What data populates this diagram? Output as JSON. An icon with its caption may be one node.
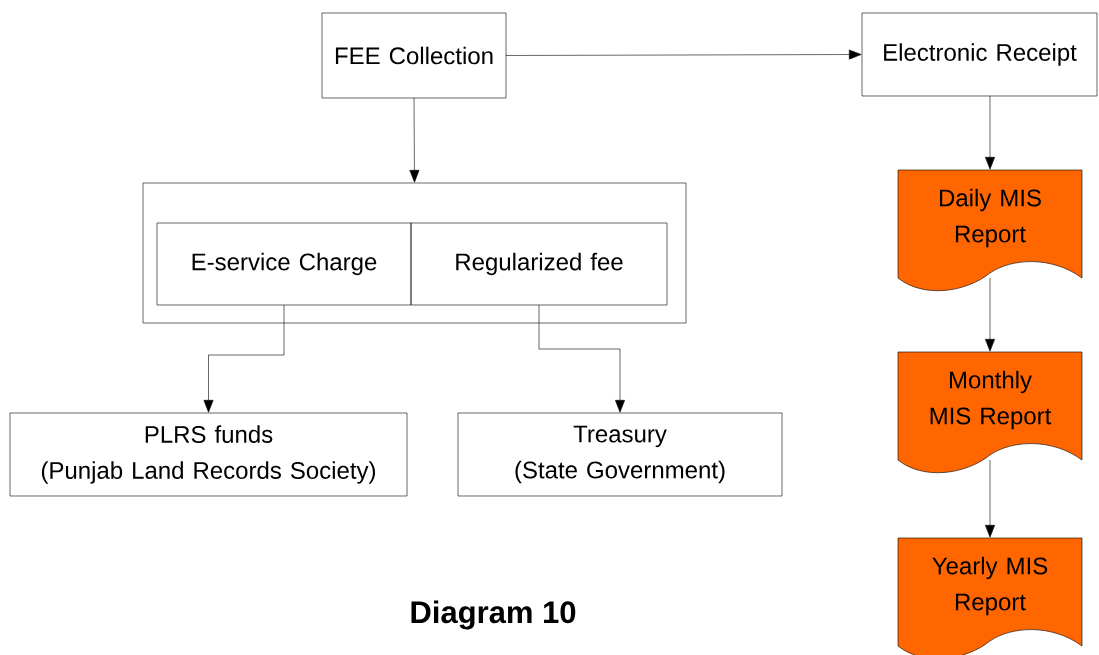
{
  "diagram": {
    "caption": "Diagram 10",
    "nodes": [
      {
        "text": [
          "FEE Collection"
        ]
      },
      {
        "text": [
          "Electronic Receipt"
        ]
      },
      {
        "text": [],
        "shape": "box"
      },
      {
        "text": [
          "E-service Charge"
        ],
        "in": 2
      },
      {
        "text": [
          "Regularized fee"
        ],
        "in": 2
      },
      {
        "text": [
          "PLRS funds",
          "(Punjab Land Records Society)"
        ]
      },
      {
        "text": [
          "Treasury",
          "(State Government)"
        ]
      },
      {
        "text": [
          "Daily MIS Report"
        ]
      },
      {
        "text": [
          "Monthly MIS Report"
        ]
      },
      {
        "text": [
          "Yearly MIS Report"
        ]
      }
    ],
    "edges": [
      {
        "from": 0,
        "to": 1,
        "arrow": "to"
      },
      {
        "from": 0,
        "to": 2,
        "arrow": "to"
      },
      {
        "from": 3,
        "to": 5,
        "arrow": "to"
      },
      {
        "from": 4,
        "to": 6,
        "arrow": "to"
      },
      {
        "from": 1,
        "to": 7,
        "arrow": "to"
      },
      {
        "from": 7,
        "to": 8,
        "arrow": "to"
      },
      {
        "from": 8,
        "to": 9,
        "arrow": "to"
      }
    ]
  }
}
